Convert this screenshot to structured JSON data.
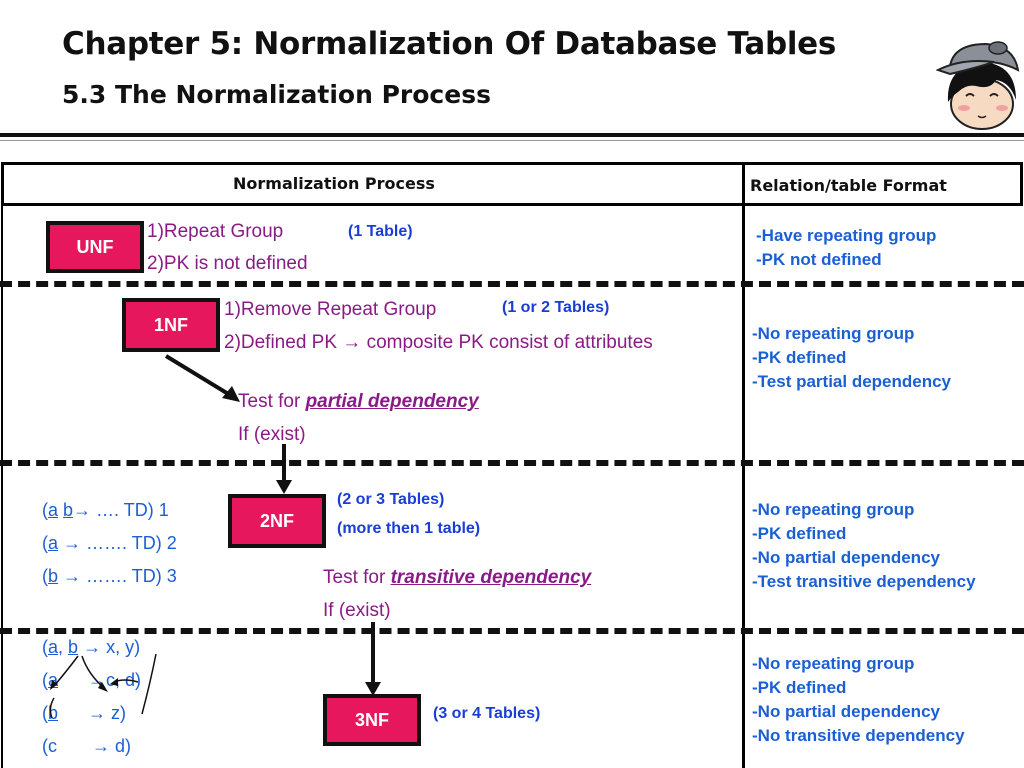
{
  "header": {
    "title": "Chapter 5: Normalization Of Database Tables",
    "subtitle": "5.3 The Normalization Process"
  },
  "table": {
    "col1_header": "Normalization Process",
    "col2_header": "Relation/table Format"
  },
  "unf": {
    "label": "UNF",
    "line1": "1)Repeat Group",
    "line2": "2)PK is not defined",
    "tables": "(1 Table)",
    "format": [
      "-Have repeating group",
      "-PK not defined"
    ]
  },
  "nf1": {
    "label": "1NF",
    "line1": "1)Remove Repeat Group",
    "line2": "2)Defined PK",
    "line2b": "composite PK consist of attributes",
    "tables": "(1 or 2 Tables)",
    "test_prefix": "Test for ",
    "test_term": "partial dependency",
    "if_exist": "If (exist)",
    "format": [
      "-No repeating group",
      "-PK defined",
      "-Test partial dependency"
    ]
  },
  "nf2": {
    "label": "2NF",
    "tables": "(2 or 3 Tables)",
    "tables_note": "(more then 1 table)",
    "deps": {
      "d1_open": "(",
      "d1_a": "a",
      "d1_b": "b",
      "d1_rest": " …. TD) 1",
      "d2_open": "(",
      "d2_a": "a",
      "d2_rest": " ……. TD) 2",
      "d3_open": "(",
      "d3_b": "b",
      "d3_rest": " ……. TD) 3"
    },
    "test_prefix": "Test for ",
    "test_term": "transitive dependency",
    "if_exist": "If (exist)",
    "format": [
      "-No repeating group",
      "-PK defined",
      "-No partial dependency",
      "-Test transitive dependency"
    ]
  },
  "nf3": {
    "label": "3NF",
    "tables": "(3 or 4 Tables)",
    "deps": {
      "r1_a": "a",
      "r1_b": "b",
      "r1_rest": " x, y)",
      "r2_a": "a",
      "r2_rest": "c, d)",
      "r3_b": "b",
      "r3_rest": " z)",
      "r4_c": "c",
      "r4_rest": " d)"
    },
    "format": [
      "-No repeating group",
      "-PK defined",
      "-No partial dependency",
      "-No transitive dependency"
    ]
  }
}
